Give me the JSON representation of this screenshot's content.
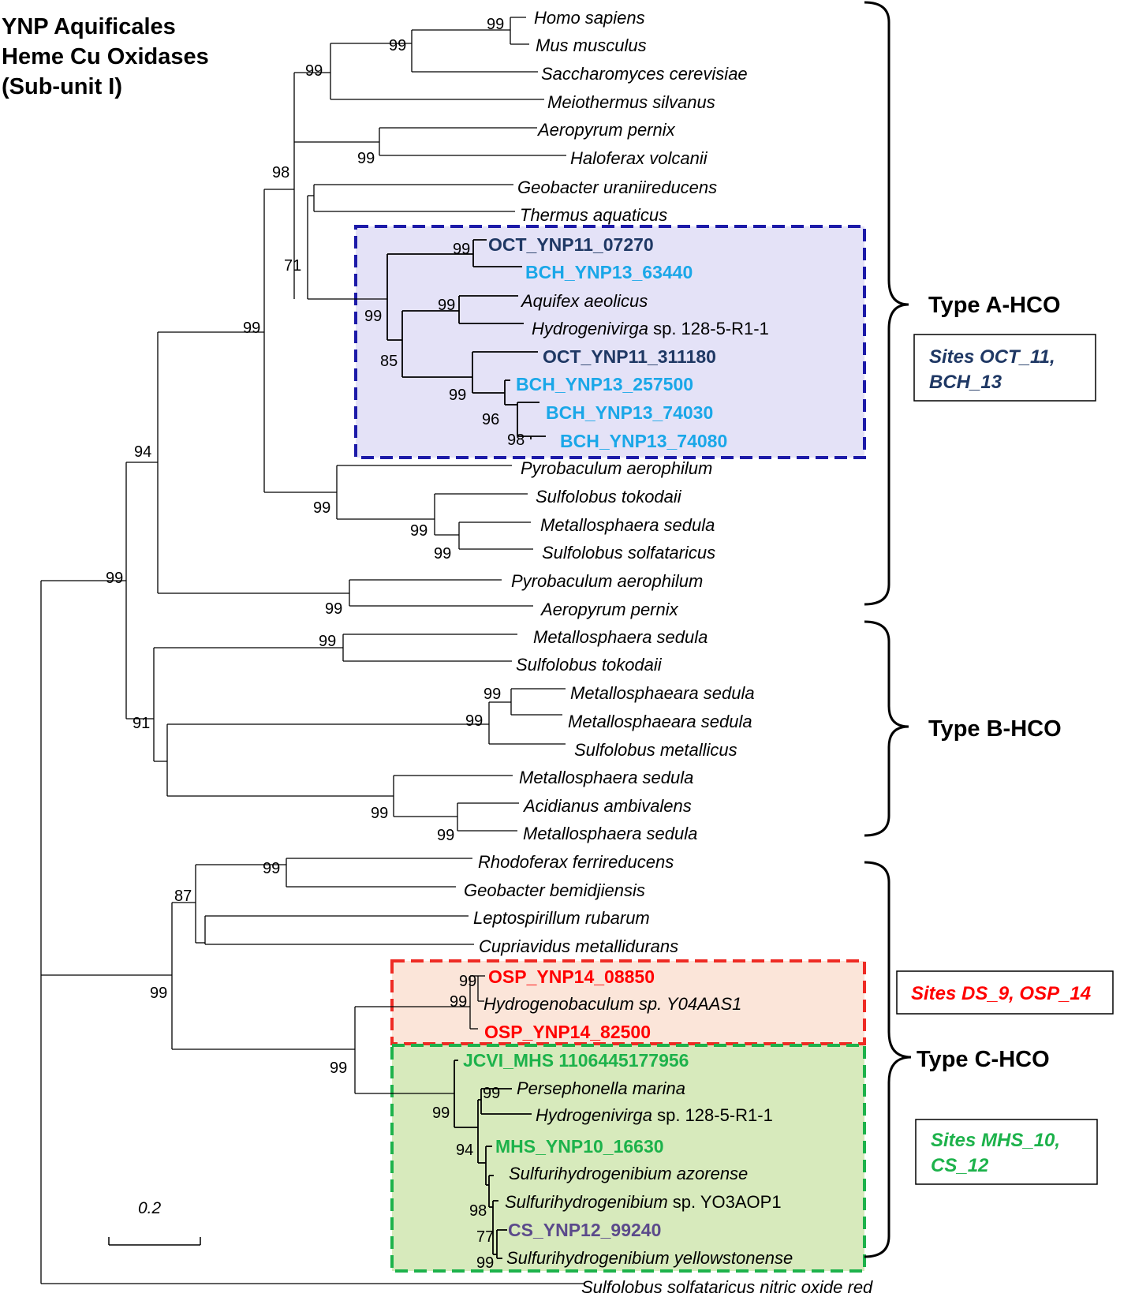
{
  "title": [
    "YNP Aquificales",
    "Heme Cu Oxidases",
    "(Sub-unit I)"
  ],
  "scale_bar": {
    "label": "0.2"
  },
  "leaves": [
    {
      "label": "Homo sapiens"
    },
    {
      "label": "Mus musculus"
    },
    {
      "label": "Saccharomyces cerevisiae"
    },
    {
      "label": "Meiothermus silvanus"
    },
    {
      "label": "Aeropyrum pernix"
    },
    {
      "label": "Haloferax volcanii"
    },
    {
      "label": "Geobacter uraniireducens"
    },
    {
      "label": "Thermus aquaticus"
    },
    {
      "label": "OCT_YNP11_07270",
      "color": "#1f3864"
    },
    {
      "label": "BCH_YNP13_63440",
      "color": "#1aa7e8"
    },
    {
      "label": "Aquifex aeolicus"
    },
    {
      "italic": "Hydrogenivirga",
      "rest": " sp. 128-5-R1-1"
    },
    {
      "label": "OCT_YNP11_311180",
      "color": "#1f3864"
    },
    {
      "label": "BCH_YNP13_257500",
      "color": "#1aa7e8"
    },
    {
      "label": "BCH_YNP13_74030",
      "color": "#1aa7e8"
    },
    {
      "label": "BCH_YNP13_74080",
      "color": "#1aa7e8"
    },
    {
      "label": "Pyrobaculum aerophilum"
    },
    {
      "label": "Sulfolobus tokodaii"
    },
    {
      "label": "Metallosphaera sedula"
    },
    {
      "label": "Sulfolobus solfataricus"
    },
    {
      "label": "Pyrobaculum aerophilum"
    },
    {
      "label": "Aeropyrum pernix"
    },
    {
      "label": "Metallosphaera sedula"
    },
    {
      "label": "Sulfolobus tokodaii"
    },
    {
      "label": "Metallosphaeara sedula"
    },
    {
      "label": "Metallosphaeara sedula"
    },
    {
      "label": "Sulfolobus metallicus"
    },
    {
      "label": "Metallosphaera sedula"
    },
    {
      "label": "Acidianus ambivalens"
    },
    {
      "label": "Metallosphaera sedula"
    },
    {
      "label": "Rhodoferax ferrireducens"
    },
    {
      "label": "Geobacter bemidjiensis"
    },
    {
      "label": "Leptospirillum rubarum"
    },
    {
      "label": "Cupriavidus metallidurans"
    },
    {
      "label": "OSP_YNP14_08850",
      "color": "#ff0000"
    },
    {
      "label": "Hydrogenobaculum sp. Y04AAS1"
    },
    {
      "label": "OSP_YNP14_82500",
      "color": "#ff0000"
    },
    {
      "label": "JCVI_MHS 1106445177956",
      "color": "#1db24b"
    },
    {
      "label": "Persephonella marina"
    },
    {
      "italic": "Hydrogenivirga",
      "rest": " sp. 128-5-R1-1"
    },
    {
      "label": "MHS_YNP10_16630",
      "color": "#1db24b"
    },
    {
      "label": "Sulfurihydrogenibium azorense"
    },
    {
      "italic": "Sulfurihydrogenibium",
      "rest": " sp. YO3AOP1"
    },
    {
      "label": "CS_YNP12_99240",
      "color": "#5b4a8b"
    },
    {
      "label": "Sulfurihydrogenibium yellowstonense"
    },
    {
      "label": "Sulfolobus solfataricus nitric oxide red"
    }
  ],
  "bootstraps": [
    "99",
    "99",
    "99",
    "99",
    "98",
    "71",
    "99",
    "99",
    "99",
    "99",
    "85",
    "99",
    "96",
    "98",
    "94",
    "99",
    "99",
    "99",
    "99",
    "99",
    "99",
    "91",
    "99",
    "99",
    "99",
    "99",
    "99",
    "87",
    "99",
    "99",
    "99",
    "99",
    "99",
    "99",
    "94",
    "98",
    "77",
    "99"
  ],
  "groups": [
    {
      "label": "Type A-HCO"
    },
    {
      "label": "Type B-HCO"
    },
    {
      "label": "Type C-HCO"
    }
  ],
  "site_boxes": [
    {
      "lines": [
        "Sites OCT_11,",
        "BCH_13"
      ],
      "color": "#1f3864"
    },
    {
      "lines": [
        "Sites DS_9, OSP_14"
      ],
      "color": "#ff0000"
    },
    {
      "lines": [
        "Sites MHS_10,",
        "CS_12"
      ],
      "color": "#1db24b"
    }
  ],
  "highlight_boxes": [
    {
      "fill": "#e4e2f7",
      "border": "#1c1aa8"
    },
    {
      "fill": "#fbe5d9",
      "border": "#ee2b24"
    },
    {
      "fill": "#d7eabc",
      "border": "#1db24b"
    }
  ]
}
